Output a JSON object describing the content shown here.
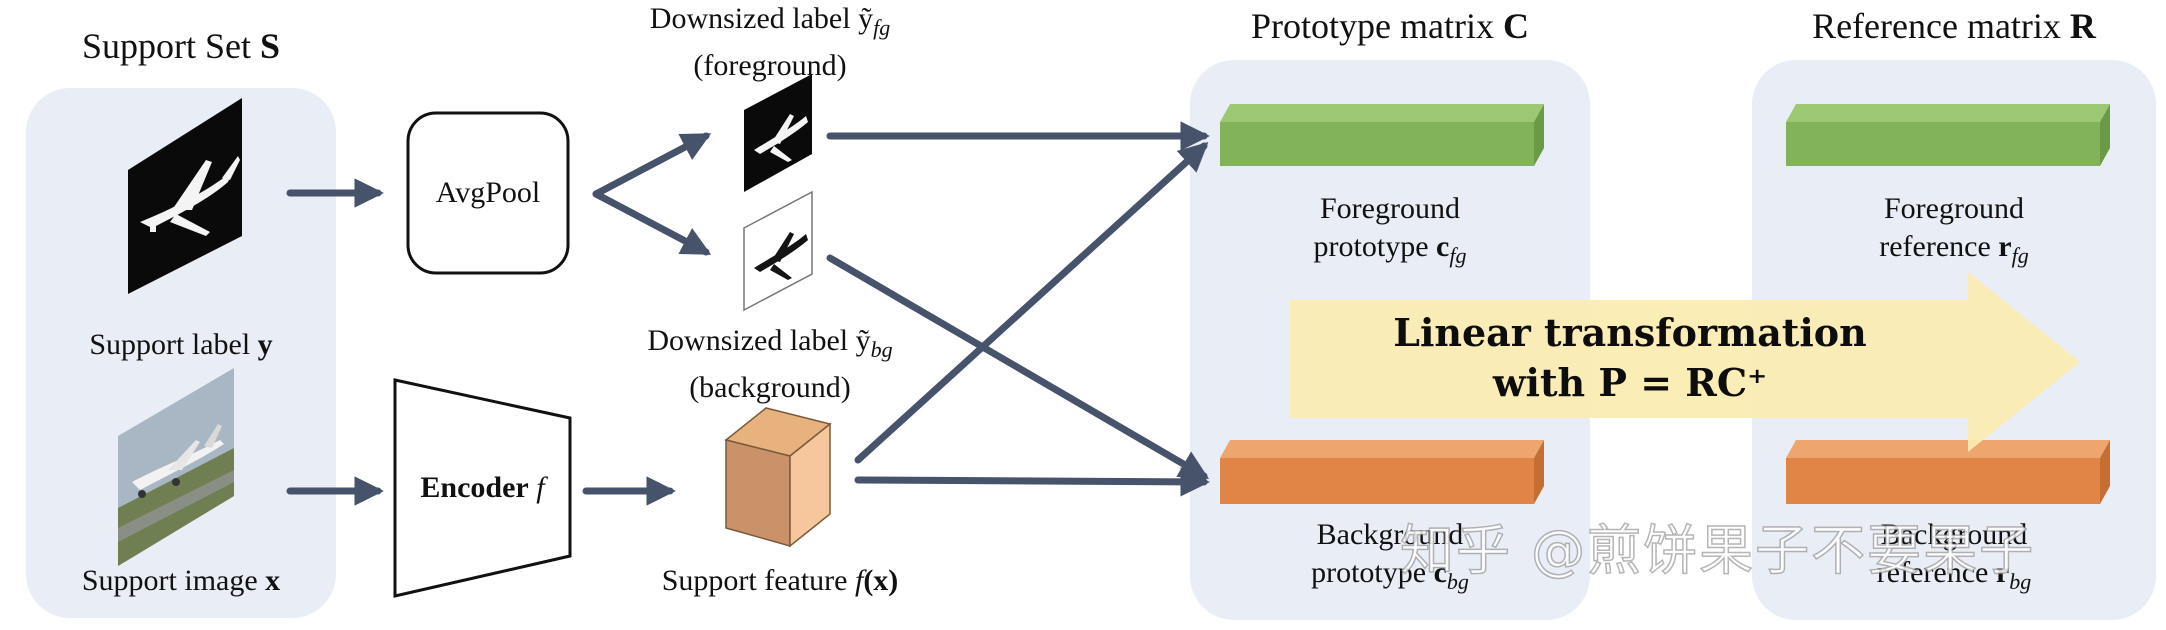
{
  "support_set": {
    "title": "Support Set",
    "symbol": "S"
  },
  "support_label": {
    "text": "Support label",
    "symbol": "y"
  },
  "support_image": {
    "text": "Support image",
    "symbol": "x"
  },
  "avgpool": {
    "label": "AvgPool"
  },
  "encoder": {
    "label": "Encoder",
    "symbol": "f"
  },
  "downsized_fg": {
    "line1": "Downsized label ỹ",
    "sub": "fg",
    "line2": "(foreground)"
  },
  "downsized_bg": {
    "line1": "Downsized label ỹ",
    "sub": "bg",
    "line2": "(background)"
  },
  "support_feature": {
    "text": "Support feature",
    "symbol": "f",
    "arg": "(x)"
  },
  "prototype_matrix": {
    "title": "Prototype matrix",
    "symbol": "C"
  },
  "reference_matrix": {
    "title": "Reference matrix",
    "symbol": "R"
  },
  "fg_prototype": {
    "line1": "Foreground",
    "line2": "prototype",
    "symbol": "c",
    "sub": "fg"
  },
  "bg_prototype": {
    "line1": "Background",
    "line2": "prototype",
    "symbol": "c",
    "sub": "bg"
  },
  "fg_reference": {
    "line1": "Foreground",
    "line2": "reference",
    "symbol": "r",
    "sub": "fg"
  },
  "bg_reference": {
    "line1": "Background",
    "line2": "reference",
    "symbol": "r",
    "sub": "bg"
  },
  "linear_transform": {
    "line1": "Linear transformation",
    "line2": "with P = RC⁺"
  },
  "watermark": "知乎 @煎饼果子不要果子",
  "colors": {
    "panel": "#e9edf6",
    "arrow": "#46536b",
    "green": "#82b35a",
    "green_top": "#9cc874",
    "green_side": "#6a9a45",
    "orange": "#e08545",
    "orange_top": "#eea56e",
    "orange_side": "#c46e33",
    "cube_front": "#f6c79d",
    "cube_top": "#e7b27e",
    "cube_side": "#c99268",
    "transform_arrow": "#fbecb0"
  }
}
